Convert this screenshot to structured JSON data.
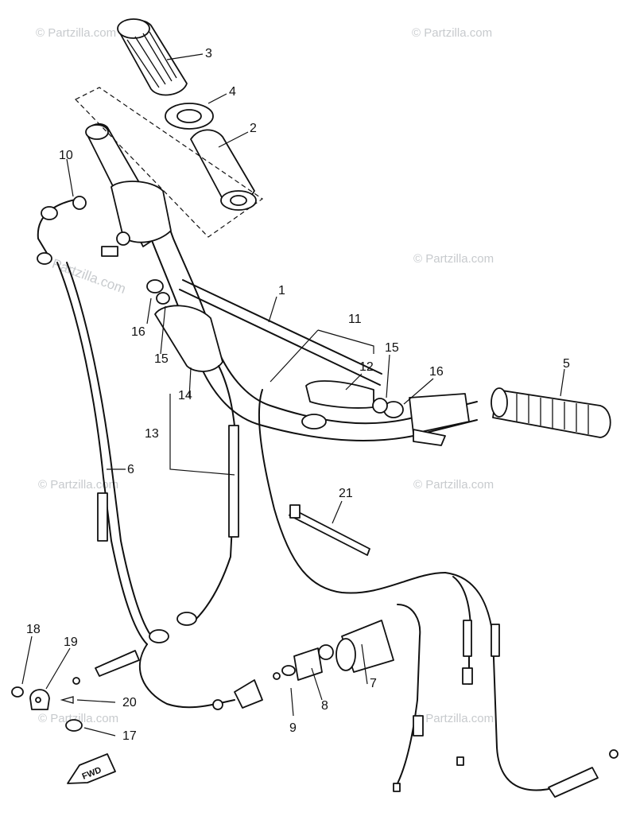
{
  "watermark": "© Partzilla.com",
  "fwd": "FWD",
  "callouts": {
    "c1": "1",
    "c2": "2",
    "c3": "3",
    "c4": "4",
    "c5": "5",
    "c6": "6",
    "c7": "7",
    "c8": "8",
    "c9": "9",
    "c10": "10",
    "c11": "11",
    "c12": "12",
    "c13": "13",
    "c14": "14",
    "c15a": "15",
    "c15b": "15",
    "c16a": "16",
    "c16b": "16",
    "c17": "17",
    "c18": "18",
    "c19": "19",
    "c20": "20",
    "c21": "21"
  }
}
